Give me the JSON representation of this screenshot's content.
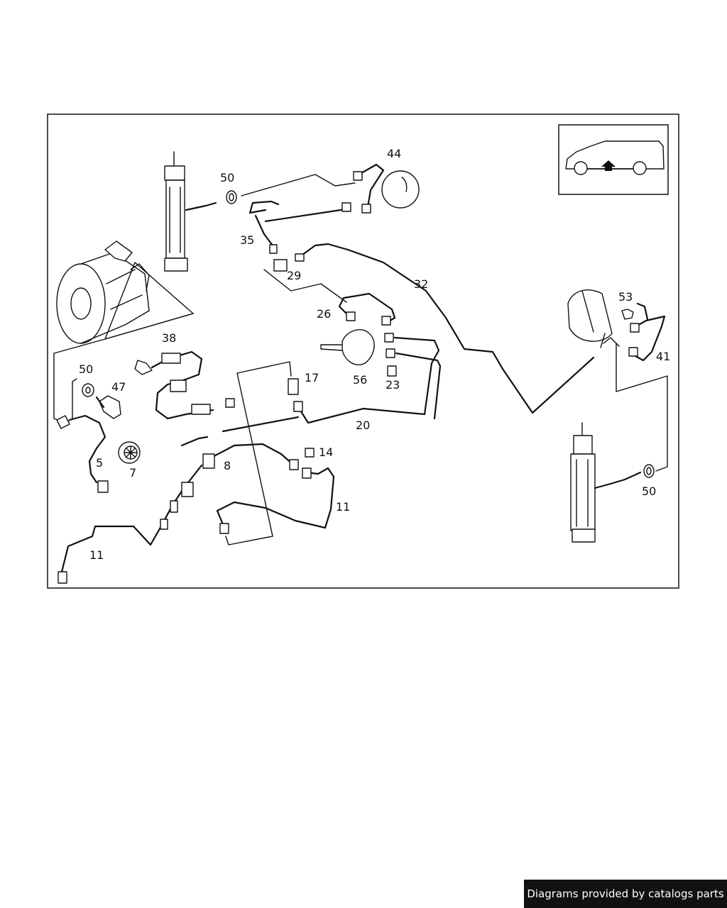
{
  "labels": {
    "p50a": "50",
    "p44": "44",
    "p35": "35",
    "p29": "29",
    "p32": "32",
    "p26": "26",
    "p53": "53",
    "p41": "41",
    "p38": "38",
    "p17": "17",
    "p56": "56",
    "p23": "23",
    "p50b": "50",
    "p47": "47",
    "p20": "20",
    "p5": "5",
    "p7": "7",
    "p8": "8",
    "p14": "14",
    "p11a": "11",
    "p11b": "11",
    "p50c": "50"
  },
  "footer": {
    "credit": "Diagrams provided by catalogs parts"
  },
  "colors": {
    "ink": "#111111",
    "paper": "#ffffff",
    "footer_bg": "#111111"
  }
}
